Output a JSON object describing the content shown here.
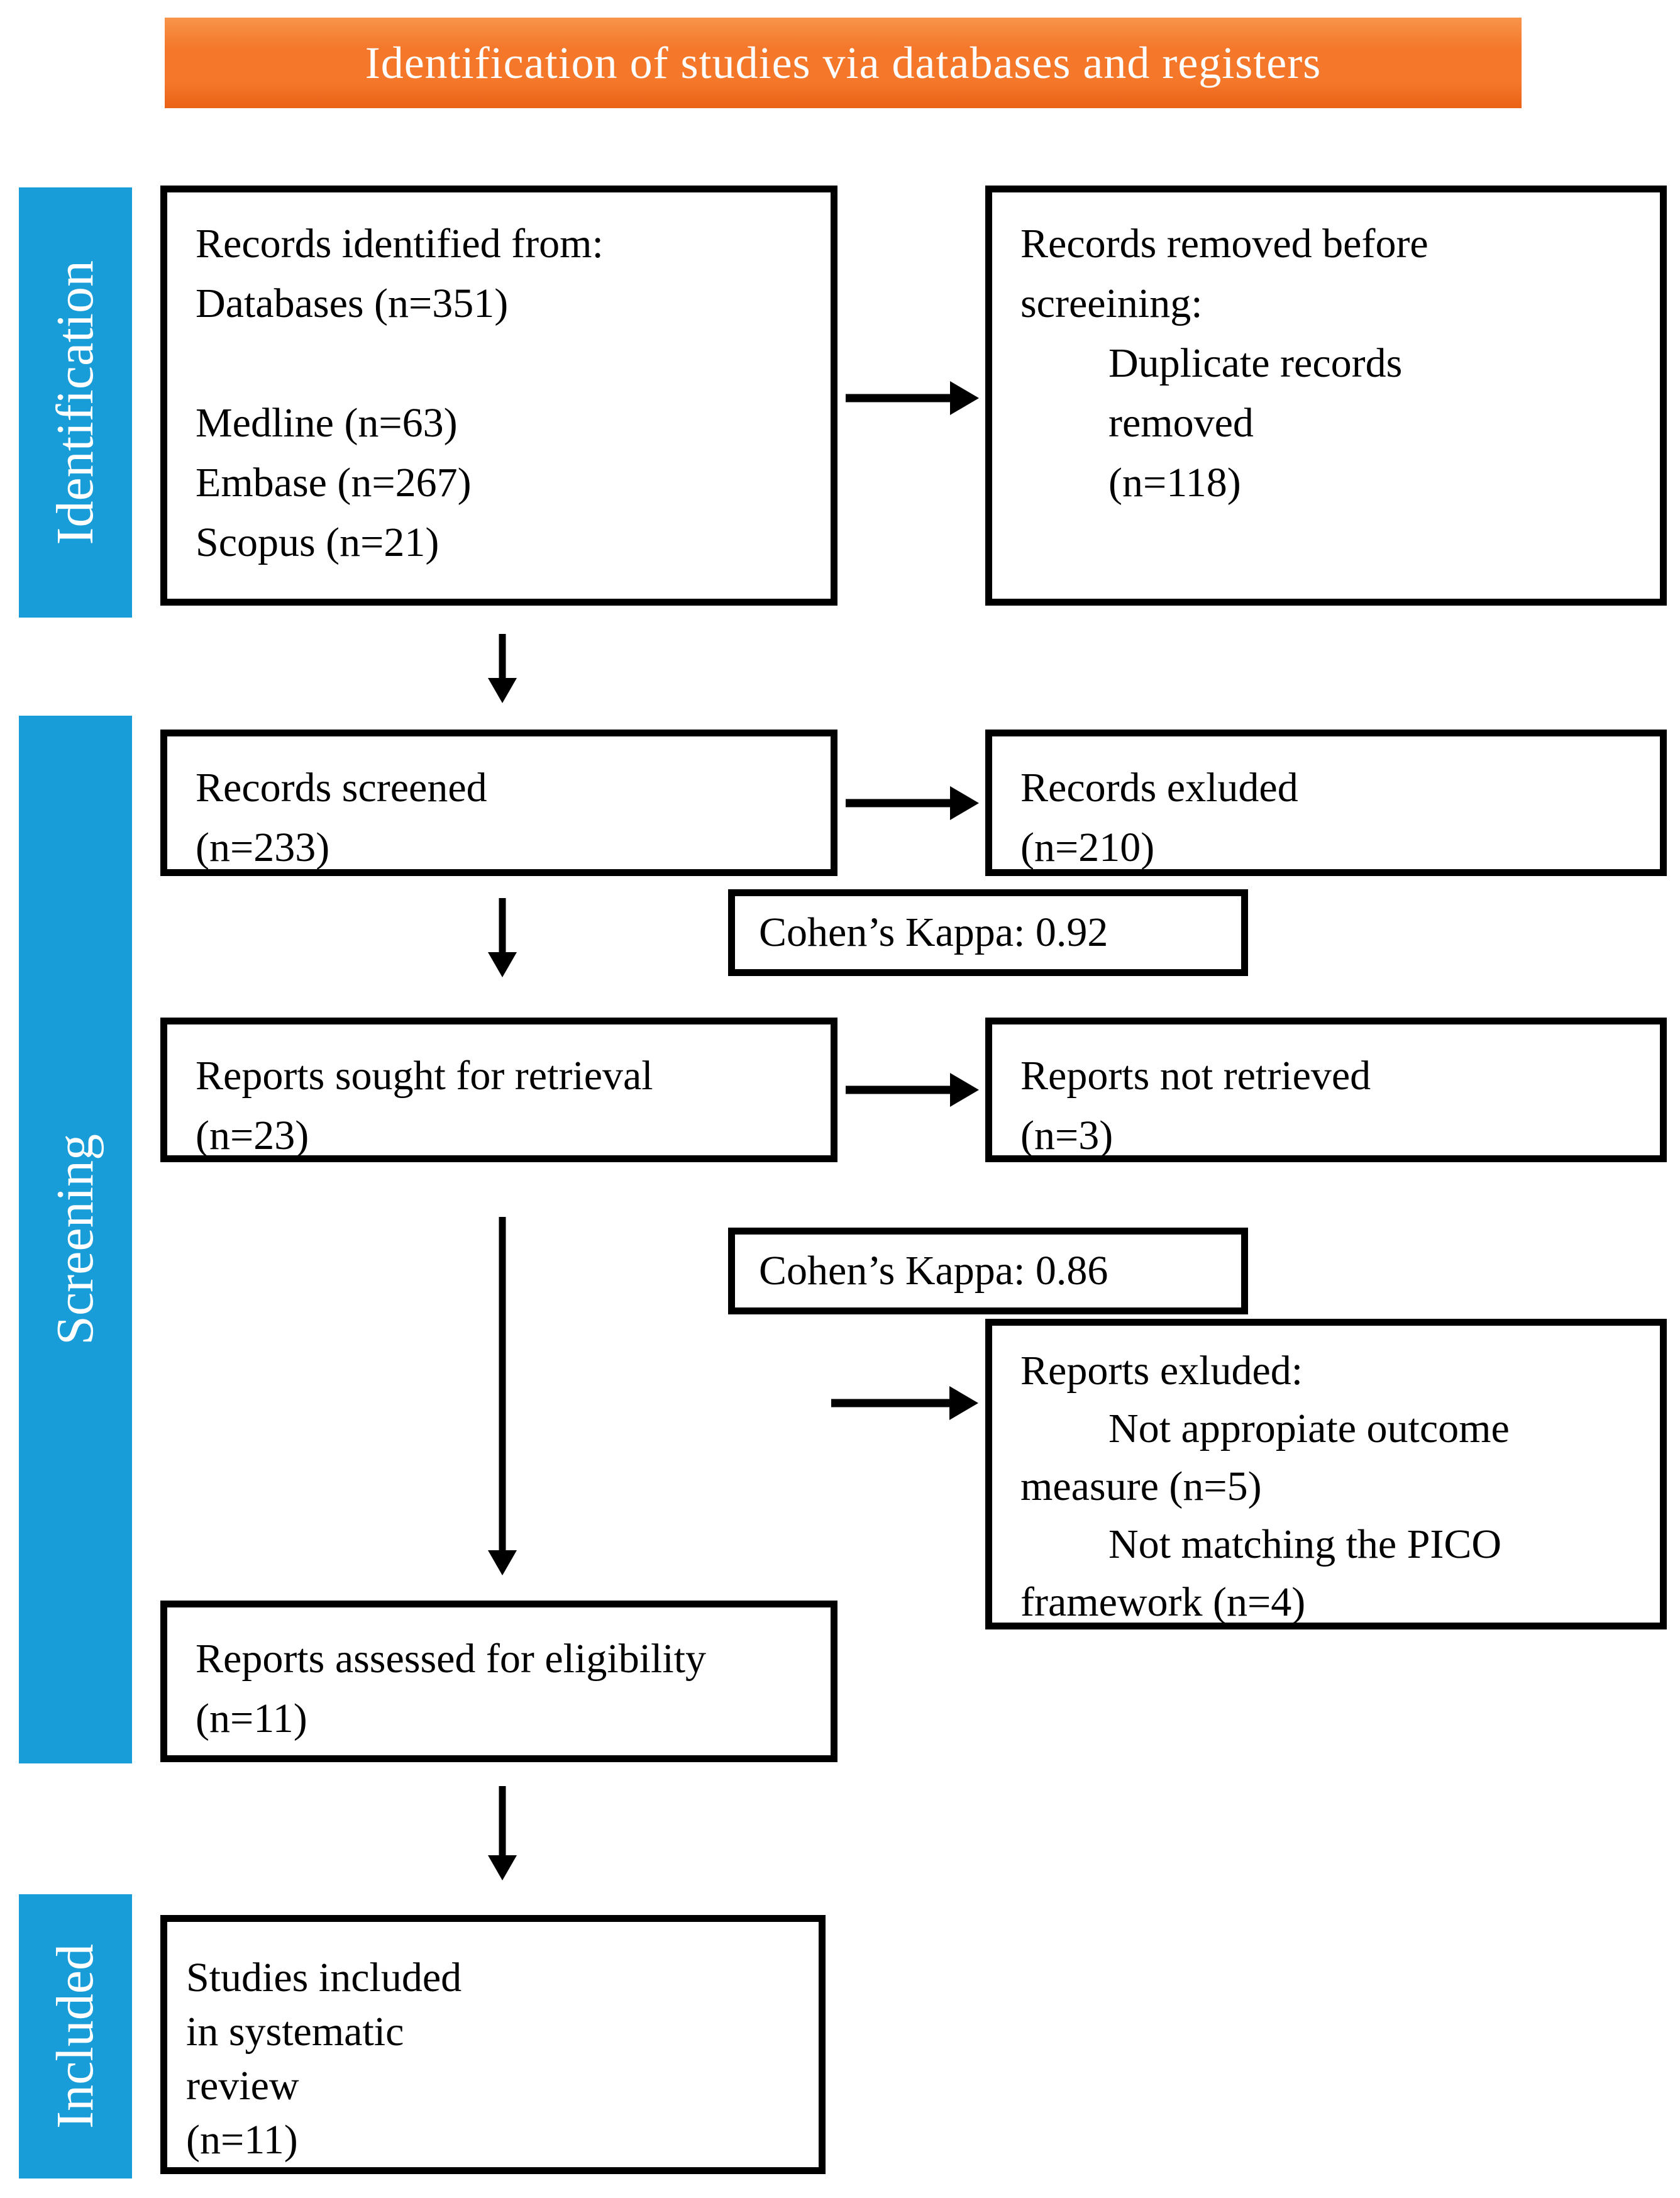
{
  "title_banner": "Identification of studies via databases and registers",
  "sidebars": {
    "identification": "Identification",
    "screening": "Screening",
    "included": "Included"
  },
  "boxes": {
    "records_identified": {
      "lines": [
        "Records identified from:",
        "Databases (n=351)",
        "",
        "Medline (n=63)",
        "Embase (n=267)",
        "Scopus (n=21)"
      ]
    },
    "records_removed": {
      "lines": [
        "Records removed before",
        "screeining:",
        {
          "text": "Duplicate records",
          "indent": true
        },
        {
          "text": "removed",
          "indent": true
        },
        {
          "text": "(n=118)",
          "indent": true
        }
      ]
    },
    "records_screened": {
      "lines": [
        "Records screened",
        "(n=233)"
      ]
    },
    "records_excluded": {
      "lines": [
        "Records exluded",
        "(n=210)"
      ]
    },
    "kappa_screening": {
      "label": "Cohen’s Kappa: 0.92"
    },
    "reports_sought": {
      "lines": [
        "Reports sought for retrieval",
        "(n=23)"
      ]
    },
    "reports_not_retrieved": {
      "lines": [
        "Reports not retrieved",
        "(n=3)"
      ]
    },
    "kappa_retrieval": {
      "label": "Cohen’s Kappa: 0.86"
    },
    "reports_excluded": {
      "lines": [
        "Reports exluded:",
        {
          "text": "Not appropiate outcome",
          "indent": true
        },
        "measure (n=5)",
        {
          "text": "Not matching the PICO",
          "indent": true
        },
        "framework (n=4)"
      ]
    },
    "reports_assessed": {
      "lines": [
        "Reports assessed for eligibility",
        "(n=11)"
      ]
    },
    "studies_included": {
      "lines": [
        "Studies included",
        "in systematic",
        "review",
        "(n=11)"
      ]
    }
  },
  "colors": {
    "sidebar_blue": "#189dd9",
    "banner_orange_top": "#f8944a",
    "banner_orange_mid": "#f4772a",
    "banner_orange_bottom": "#ea6115",
    "banner_text": "#ffffff",
    "box_border": "#000000",
    "arrow_black": "#000000"
  }
}
